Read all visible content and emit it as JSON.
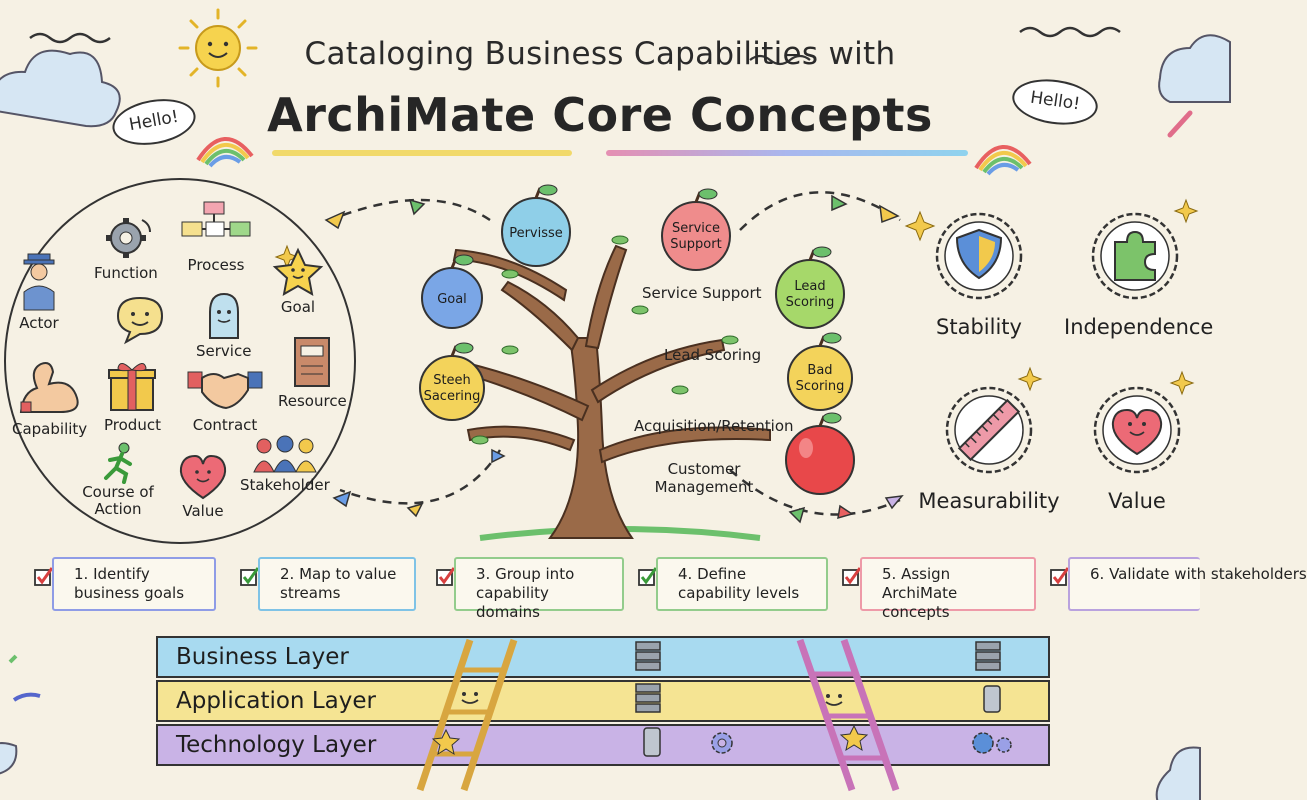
{
  "title": {
    "line1": "Cataloging Business Capabilities with",
    "line2": "ArchiMate Core Concepts"
  },
  "bubbles": {
    "left": "Hello!",
    "right": "Hello!"
  },
  "concepts": [
    {
      "key": "actor",
      "label": "Actor",
      "icon": "actor-icon"
    },
    {
      "key": "function",
      "label": "Function",
      "icon": "gear-icon"
    },
    {
      "key": "process",
      "label": "Process",
      "icon": "process-flow-icon"
    },
    {
      "key": "goal",
      "label": "Goal",
      "icon": "star-icon"
    },
    {
      "key": "service",
      "label": "Service",
      "icon": "service-ghost-icon"
    },
    {
      "key": "resource",
      "label": "Resource",
      "icon": "book-icon"
    },
    {
      "key": "capability",
      "label": "Capability",
      "icon": "flexed-arm-icon"
    },
    {
      "key": "product",
      "label": "Product",
      "icon": "gift-icon"
    },
    {
      "key": "contract",
      "label": "Contract",
      "icon": "handshake-icon"
    },
    {
      "key": "stakeholder",
      "label": "Stakeholder",
      "icon": "people-icon"
    },
    {
      "key": "course",
      "label": "Course of Action",
      "icon": "running-person-icon"
    },
    {
      "key": "value",
      "label": "Value",
      "icon": "heart-icon"
    },
    {
      "key": "smile",
      "label": "",
      "icon": "smiley-icon"
    }
  ],
  "tree": {
    "apples": [
      {
        "label": "Pervisse",
        "color": "#8fcfe8"
      },
      {
        "label": "Service Support",
        "color": "#ef8c8c"
      },
      {
        "label": "Goal",
        "color": "#7aa6e6"
      },
      {
        "label": "Lead Scoring",
        "color": "#a6d86a"
      },
      {
        "label": "Steeh Sacering",
        "color": "#f3d35b"
      },
      {
        "label": "Bad Scoring",
        "color": "#f3d35b"
      },
      {
        "label": "",
        "color": "#e8484a"
      }
    ],
    "branch_labels": [
      "Service Support",
      "Lead Scoring",
      "Acquisition/Retention",
      "Customer Management"
    ]
  },
  "qualities": [
    {
      "label": "Stability",
      "icon": "shield-icon"
    },
    {
      "label": "Independence",
      "icon": "puzzle-icon"
    },
    {
      "label": "Measurability",
      "icon": "ruler-icon"
    },
    {
      "label": "Value",
      "icon": "heart-icon"
    }
  ],
  "steps": [
    {
      "text": "1. Identify business goals",
      "color": "#8f9ce6"
    },
    {
      "text": "2. Map to value streams",
      "color": "#7fc3e6"
    },
    {
      "text": "3. Group into capability domains",
      "color": "#93cc8c"
    },
    {
      "text": "4. Define capability levels",
      "color": "#93cc8c"
    },
    {
      "text": "5. Assign ArchiMate concepts",
      "color": "#ee9aa8"
    },
    {
      "text": "6. Validate with stakeholders",
      "color": "#b9a2de"
    }
  ],
  "layers": [
    {
      "label": "Business Layer",
      "color": "#a8daf0"
    },
    {
      "label": "Application Layer",
      "color": "#f5e493"
    },
    {
      "label": "Technology Layer",
      "color": "#c9b3e6"
    }
  ]
}
